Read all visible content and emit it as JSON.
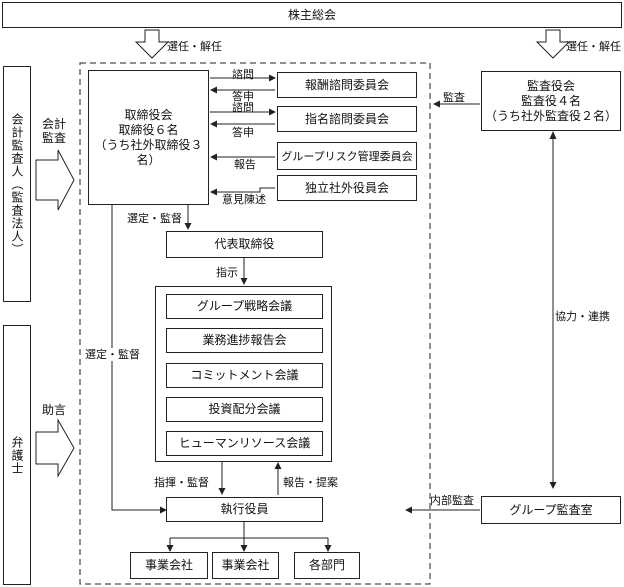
{
  "nodes": {
    "shareholders": "株主総会",
    "board": "取締役会\n取締役６名\n（うち社外取締役３名）",
    "remuneration": "報酬諮問委員会",
    "nomination": "指名諮問委員会",
    "group_risk": "グループリスク管理委員会",
    "independent": "独立社外役員会",
    "audit_board": "監査役会\n監査役４名\n（うち社外監査役２名）",
    "representative": "代表取締役",
    "group_strategy": "グループ戦略会議",
    "business_progress": "業務進捗報告会",
    "commitment": "コミットメント会議",
    "investment": "投資配分会議",
    "human_resource": "ヒューマンリソース会議",
    "executive_officers": "執行役員",
    "subsidiary_1": "事業会社",
    "subsidiary_2": "事業会社",
    "departments": "各部門",
    "group_audit": "グループ監査室",
    "accounting_auditor": "会計監査人（監査法人）",
    "lawyer": "弁護士"
  },
  "labels": {
    "elect_left": "選任・解任",
    "elect_right": "選任・解任",
    "consult_1": "諮問",
    "report_back_1": "答申",
    "consult_2": "諮問",
    "report_back_2": "答申",
    "report": "報告",
    "opinion": "意見陳述",
    "audit": "監査",
    "appoint_supervise_1": "選定・監督",
    "appoint_supervise_2": "選定・監督",
    "instruct": "指示",
    "cooperate": "協力・連携",
    "command_supervise": "指揮・監督",
    "report_propose": "報告・提案",
    "internal_audit": "内部監査",
    "accounting_audit": "会計\n監査",
    "advice": "助言"
  }
}
